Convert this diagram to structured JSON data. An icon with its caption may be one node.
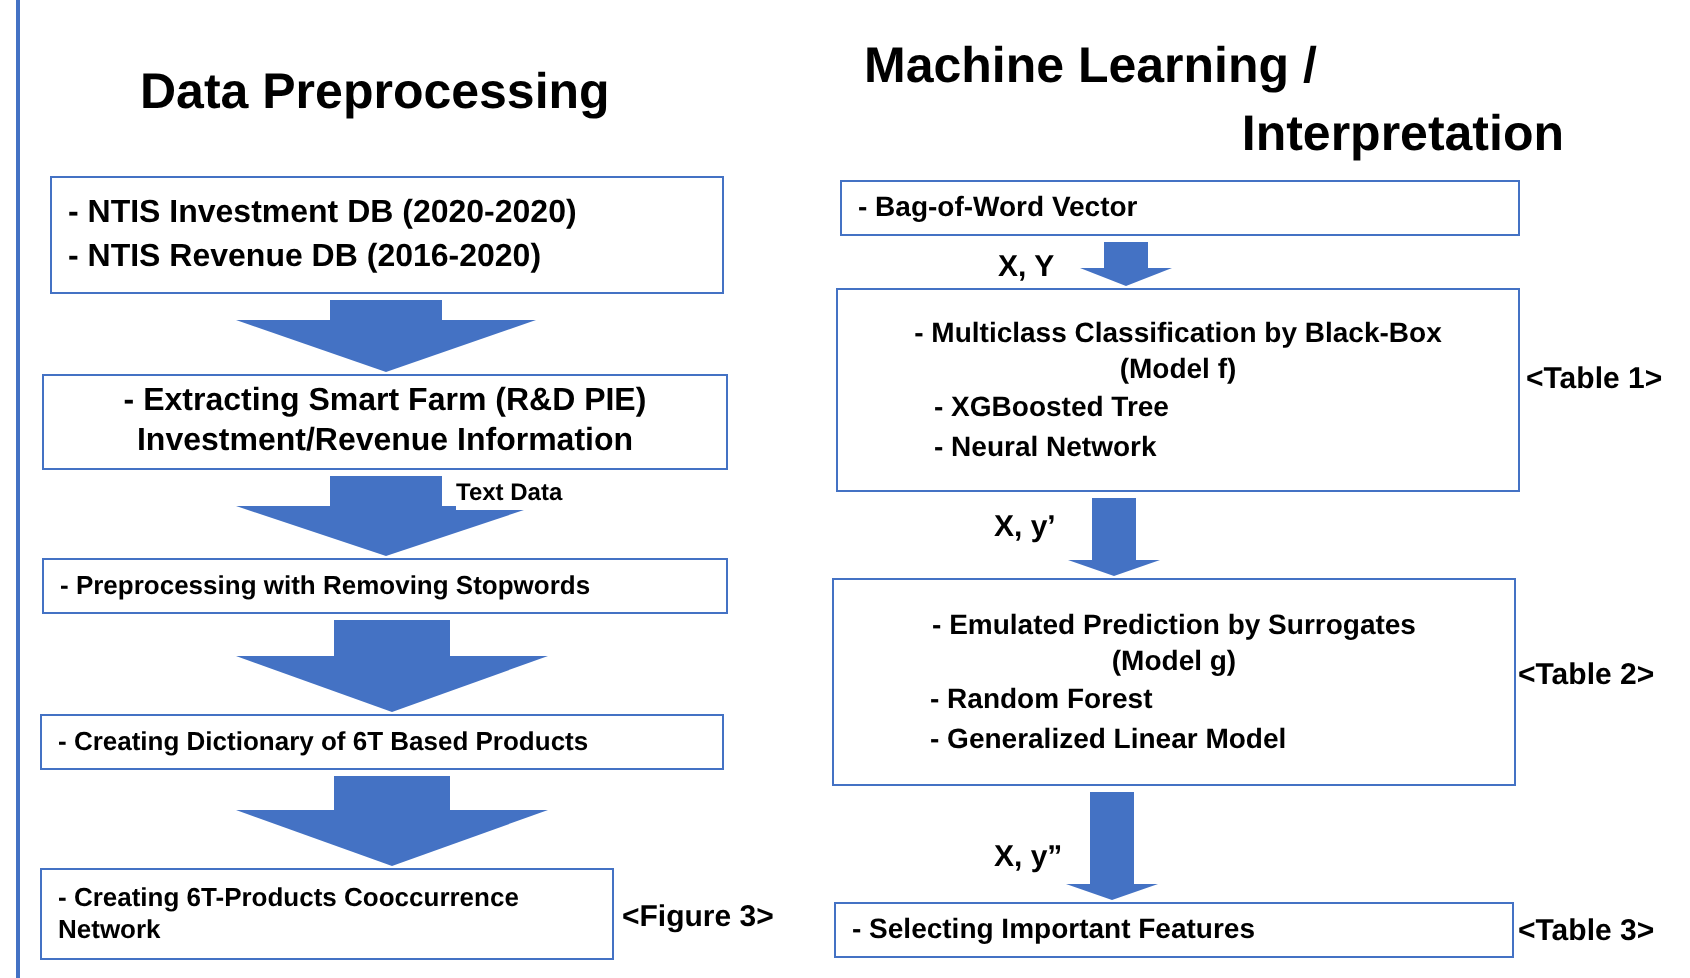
{
  "diagram": {
    "nodes": [
      {
        "text": [
          "- NTIS Investment DB (2020-2020)",
          "- NTIS Revenue DB (2016-2020)"
        ]
      },
      {
        "text": [
          "- Extracting Smart Farm (R&D PIE) Investment/Revenue Information"
        ]
      },
      {
        "text": [
          "- Preprocessing with Removing Stopwords"
        ]
      },
      {
        "text": [
          "- Creating Dictionary of 6T Based Products"
        ]
      },
      {
        "text": [
          "- Creating 6T-Products Cooccurrence Network"
        ],
        "beside": [
          "<Figure 3>"
        ]
      },
      {
        "text": [
          "- Bag-of-Word Vector"
        ]
      },
      {
        "text": [
          "- Multiclass Classification by Black-Box (Model f)",
          "- XGBoosted Tree",
          "- Neural Network"
        ],
        "beside": [
          "<Table 1>"
        ]
      },
      {
        "text": [
          "- Emulated Prediction by Surrogates (Model g)",
          "- Random Forest",
          "- Generalized Linear Model"
        ],
        "beside": [
          "<Table 2>"
        ]
      },
      {
        "text": [
          "- Selecting Important Features"
        ],
        "beside": [
          "<Table 3>"
        ]
      }
    ],
    "edges": [
      {
        "from": 0,
        "to": 1,
        "arrow": "to"
      },
      {
        "from": 1,
        "to": 2,
        "arrow": "to",
        "label": "Text Data"
      },
      {
        "from": 2,
        "to": 3,
        "arrow": "to"
      },
      {
        "from": 3,
        "to": 4,
        "arrow": "to"
      },
      {
        "from": 5,
        "to": 6,
        "arrow": "to",
        "label": "X, Y"
      },
      {
        "from": 6,
        "to": 7,
        "arrow": "to",
        "label": "X, y’"
      },
      {
        "from": 7,
        "to": 8,
        "arrow": "to",
        "label": "X, y”"
      }
    ],
    "labels": [
      "Data Preprocessing",
      "Machine Learning / Interpretation"
    ]
  }
}
